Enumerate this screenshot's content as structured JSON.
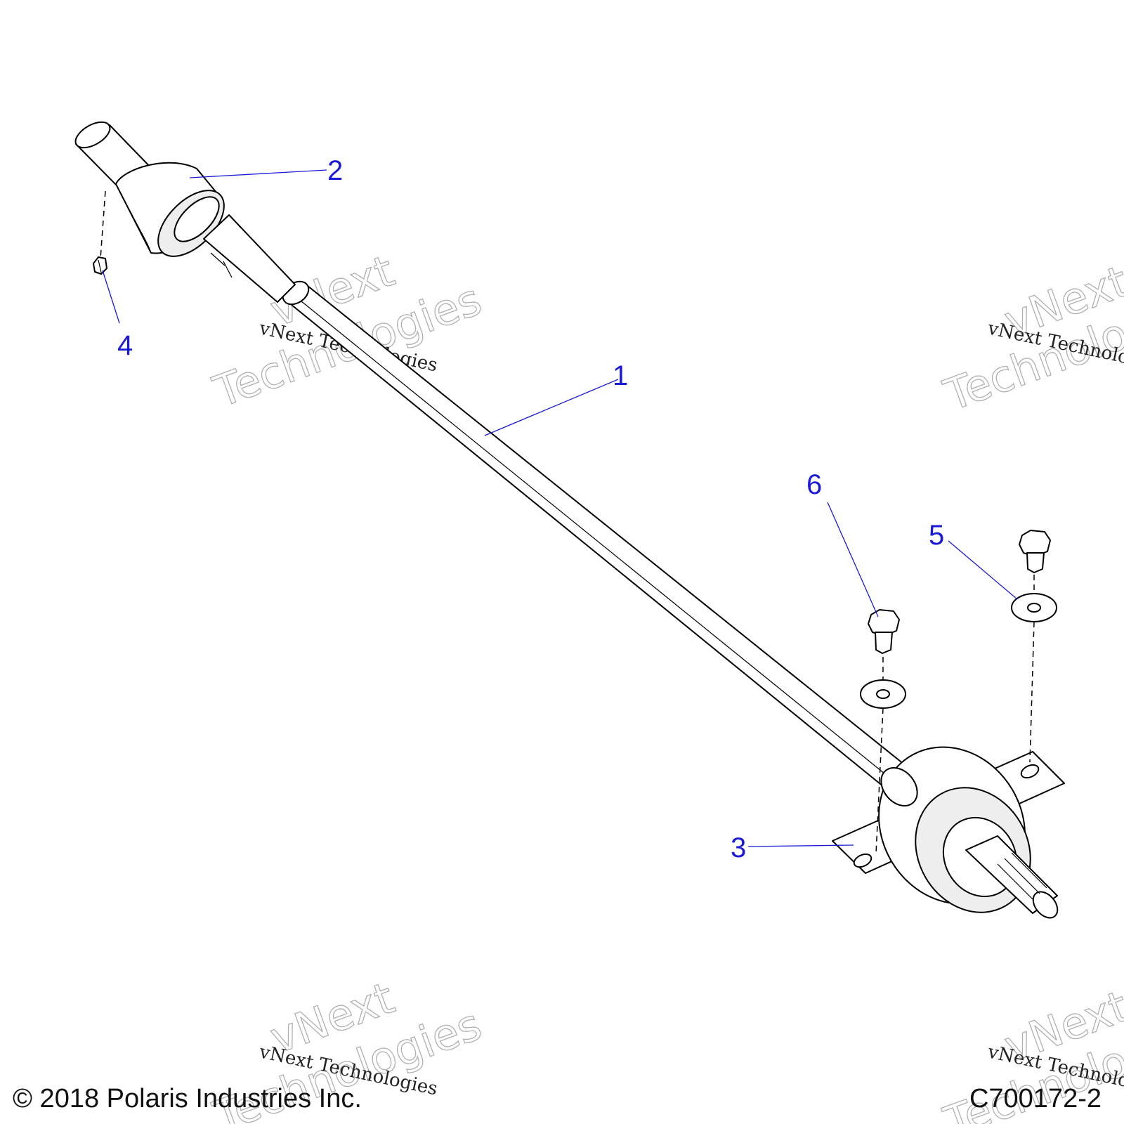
{
  "callouts": [
    {
      "number": "1"
    },
    {
      "number": "2"
    },
    {
      "number": "3"
    },
    {
      "number": "4"
    },
    {
      "number": "5"
    },
    {
      "number": "6"
    }
  ],
  "watermark": {
    "line1": "vNext",
    "line2": "Technologies",
    "small": "vNext Technologies"
  },
  "footer": {
    "copyright": "© 2018 Polaris Industries Inc.",
    "figure_id": "C700172-2"
  },
  "colors": {
    "callout": "#1a1ad6",
    "line_art": "#000000",
    "watermark_outline": "#b0b0b0"
  }
}
